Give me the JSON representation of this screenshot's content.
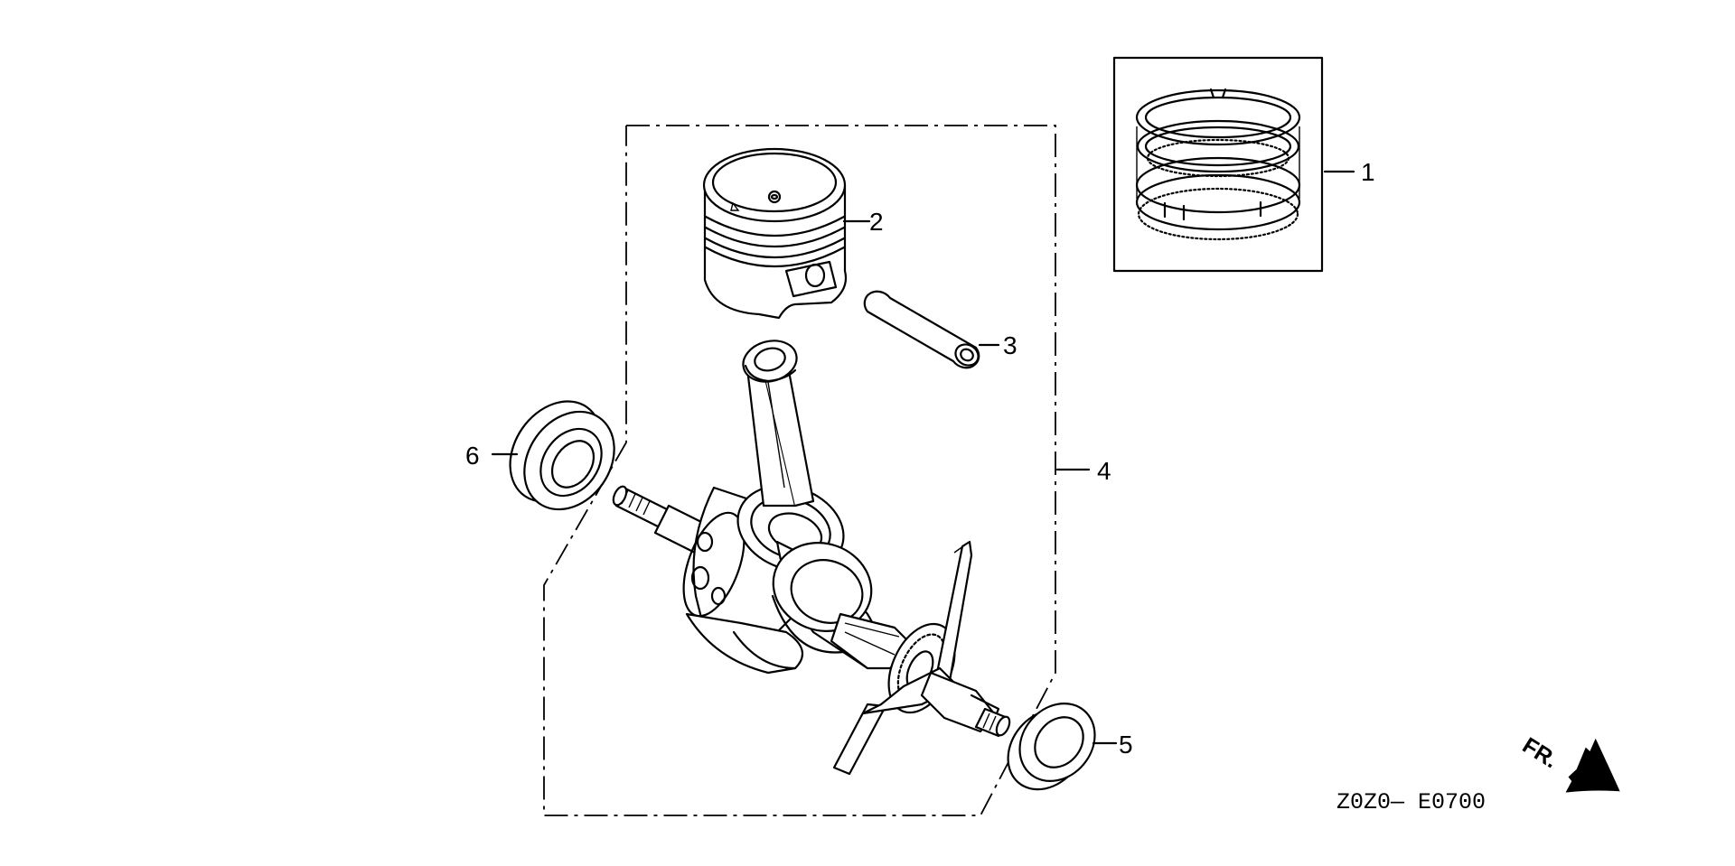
{
  "callouts": {
    "n1": "1",
    "n2": "2",
    "n3": "3",
    "n4": "4",
    "n5": "5",
    "n6": "6"
  },
  "diagram_code": "Z0Z0— E0700",
  "direction_label": "FR."
}
